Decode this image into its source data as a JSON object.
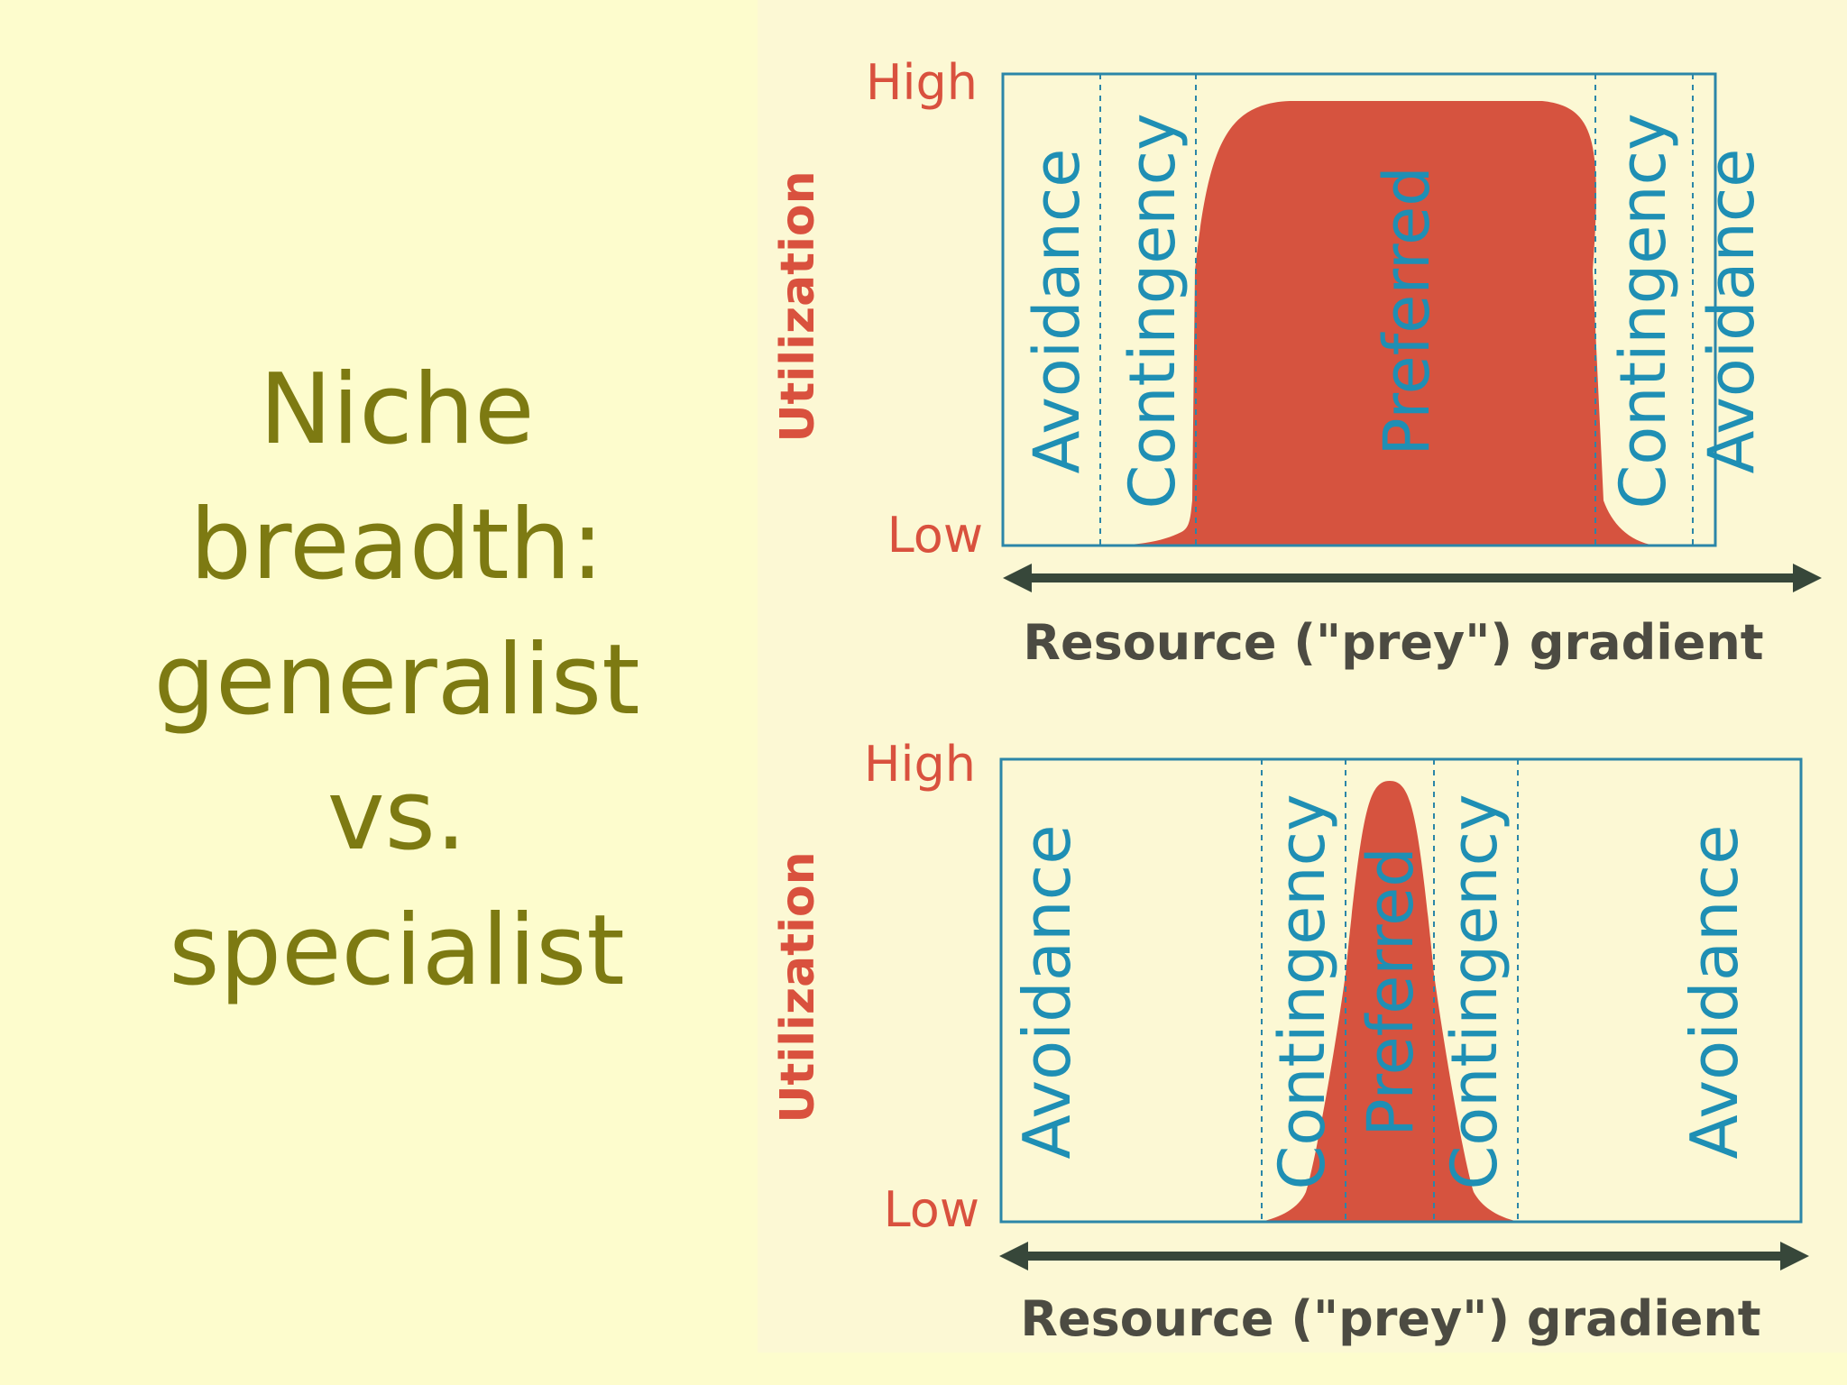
{
  "title_lines": [
    "Niche",
    "breadth:",
    "generalist",
    "vs.",
    "specialist"
  ],
  "colors": {
    "background": "#fdfccd",
    "title": "#7d7a12",
    "panel": "#fcf8d4",
    "curve_fill": "#d6533f",
    "axis_text": "#d9513e",
    "zone_text": "#1f8fb4",
    "frame": "#2b86a8",
    "arrow": "#37473a",
    "gradient_text": "#4c4b42"
  },
  "panels": [
    {
      "id": "generalist",
      "y_axis_label": "Utilization",
      "y_high_label": "High",
      "y_low_label": "Low",
      "x_axis_label": "Resource (\"prey\") gradient",
      "zones": [
        "Avoidance",
        "Contingency",
        "Preferred",
        "Contingency",
        "Avoidance"
      ]
    },
    {
      "id": "specialist",
      "y_axis_label": "Utilization",
      "y_high_label": "High",
      "y_low_label": "Low",
      "x_axis_label": "Resource (\"prey\") gradient",
      "zones": [
        "Avoidance",
        "Contingency",
        "Preferred",
        "Contingency",
        "Avoidance"
      ]
    }
  ]
}
